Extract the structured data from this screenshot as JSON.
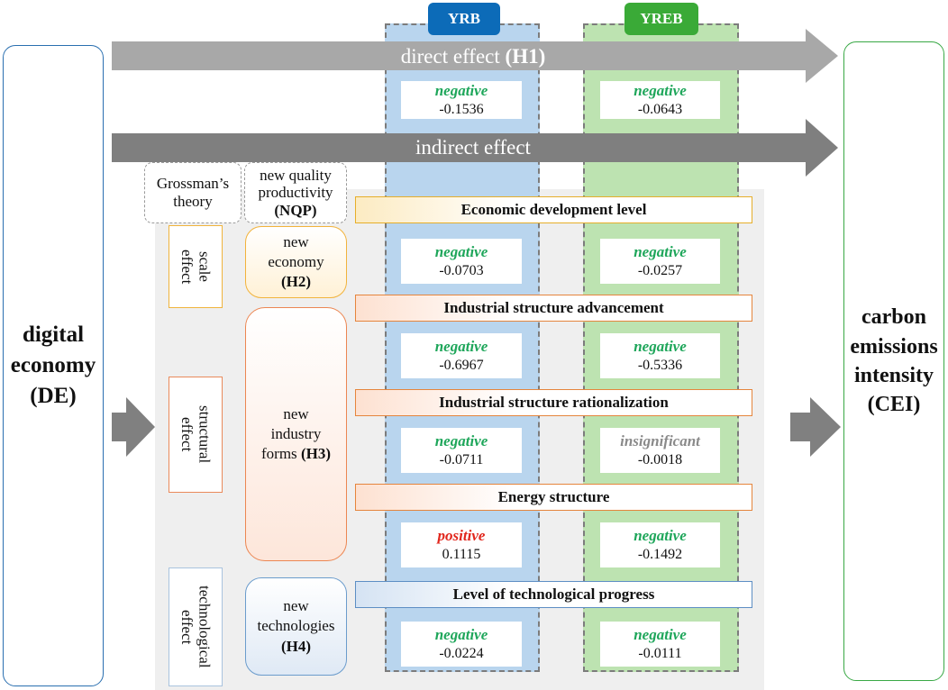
{
  "domain_note": "",
  "colors": {
    "yrb": "#0c6bb8",
    "yreb": "#3aaa37",
    "negative": "#1ea65a",
    "positive": "#e1261c",
    "insignificant": "#8a8a8a",
    "arrow_light": "#a8a8a8",
    "arrow_dark": "#7f7f7f"
  },
  "de": {
    "line1": "digital",
    "line2": "economy",
    "line3": "(DE)"
  },
  "cei": {
    "line1": "carbon",
    "line2": "emissions",
    "line3": "intensity",
    "line4": "(CEI)"
  },
  "regions": {
    "yrb": "YRB",
    "yreb": "YREB"
  },
  "arrows": {
    "direct": {
      "text": "direct effect ",
      "hyp": "(H1)"
    },
    "indirect": {
      "text": "indirect effect"
    }
  },
  "direct_results": {
    "yrb": {
      "sign": "negative",
      "value": "-0.1536"
    },
    "yreb": {
      "sign": "negative",
      "value": "-0.0643"
    }
  },
  "theory": {
    "grossman": {
      "line1": "Grossman’s",
      "line2": "theory"
    },
    "nqp": {
      "line1": "new quality",
      "line2": "productivity",
      "line3": "(NQP)"
    }
  },
  "effects": {
    "scale": {
      "line1": "scale",
      "line2": "effect"
    },
    "structural": {
      "line1": "structural",
      "line2": "effect"
    },
    "technological": {
      "line1": "technological",
      "line2": "effect"
    }
  },
  "nqp_forms": {
    "economy": {
      "line1": "new",
      "line2": "economy",
      "hyp": "(H2)"
    },
    "industry": {
      "line1": "new",
      "line2": "industry",
      "line3a": "forms ",
      "hyp": "(H3)"
    },
    "technologies": {
      "line1": "new",
      "line2": "technologies",
      "hyp": "(H4)"
    }
  },
  "mechanisms": [
    {
      "name": "Economic development level",
      "yrb": {
        "sign": "negative",
        "value": "-0.0703"
      },
      "yreb": {
        "sign": "negative",
        "value": "-0.0257"
      }
    },
    {
      "name": "Industrial structure advancement",
      "yrb": {
        "sign": "negative",
        "value": "-0.6967"
      },
      "yreb": {
        "sign": "negative",
        "value": "-0.5336"
      }
    },
    {
      "name": "Industrial structure rationalization",
      "yrb": {
        "sign": "negative",
        "value": "-0.0711"
      },
      "yreb": {
        "sign": "insignificant",
        "value": "-0.0018"
      }
    },
    {
      "name": "Energy structure",
      "yrb": {
        "sign": "positive",
        "value": "0.1115"
      },
      "yreb": {
        "sign": "negative",
        "value": "-0.1492"
      }
    },
    {
      "name": "Level of technological progress",
      "yrb": {
        "sign": "negative",
        "value": "-0.0224"
      },
      "yreb": {
        "sign": "negative",
        "value": "-0.0111"
      }
    }
  ]
}
